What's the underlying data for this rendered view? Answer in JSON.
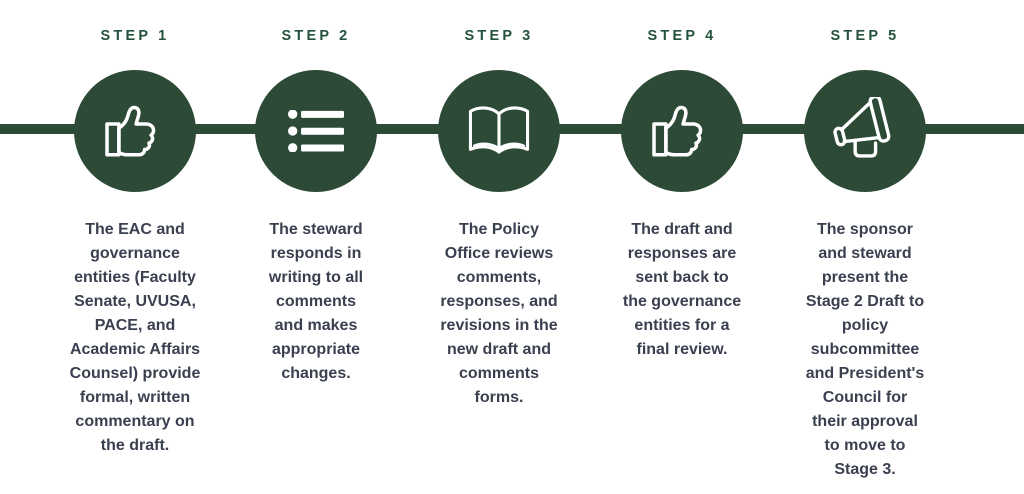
{
  "title": "Policy draft review process",
  "colors": {
    "circle_green": "#2C4A36",
    "line_green": "#2C4A36",
    "label_green": "#24523B",
    "text_dark": "#3B4050",
    "icon_white": "#FFFFFF",
    "background": "#FFFFFF"
  },
  "steps": [
    {
      "label": "STEP 1",
      "icon": "thumbs-up",
      "description": "The EAC and\ngovernance\nentities (Faculty\nSenate, UVUSA,\nPACE, and\nAcademic Affairs\nCounsel) provide\nformal, written\ncommentary on\nthe draft."
    },
    {
      "label": "STEP 2",
      "icon": "list",
      "description": "The steward\nresponds in\nwriting to all\ncomments\nand makes\nappropriate\nchanges."
    },
    {
      "label": "STEP 3",
      "icon": "open-book",
      "description": "The Policy\nOffice reviews\ncomments,\nresponses, and\nrevisions in the\nnew draft and\ncomments\nforms."
    },
    {
      "label": "STEP 4",
      "icon": "thumbs-up",
      "description": "The draft and\nresponses are\nsent back to\nthe governance\nentities for a\nfinal review."
    },
    {
      "label": "STEP 5",
      "icon": "megaphone",
      "description": "The sponsor\nand steward\npresent the\nStage 2 Draft to\npolicy\nsubcommittee\nand President's\nCouncil for\ntheir approval\nto move to\nStage 3."
    }
  ]
}
